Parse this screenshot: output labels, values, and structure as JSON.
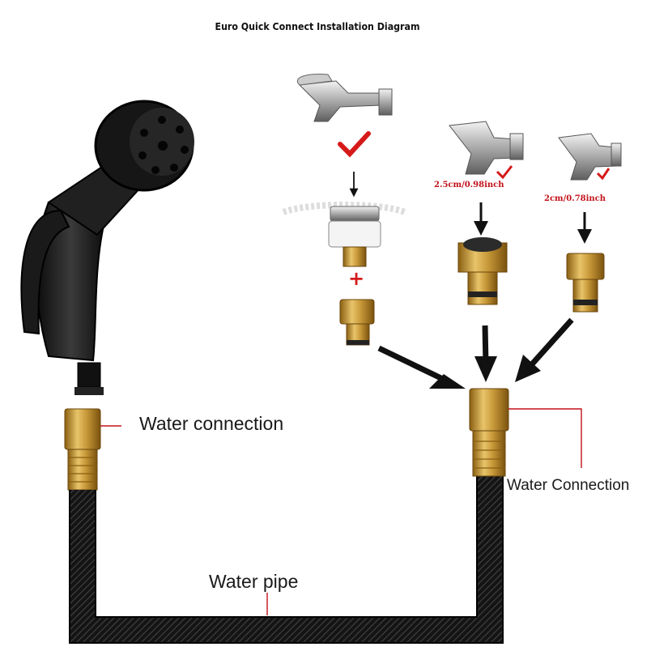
{
  "title": "Euro Quick Connect Installation Diagram",
  "labels": {
    "left_connection": "Water connection",
    "right_connection": "Water Connection",
    "pipe": "Water pipe"
  },
  "faucet_sizes": {
    "large": "2.5cm/0.98inch",
    "small": "2cm/0.78inch"
  },
  "plus_sign": "+",
  "colors": {
    "brass": "#c99a3a",
    "hose": "#151515",
    "accent_red": "#c3121b",
    "arrow": "#111111"
  },
  "icons": [
    "spray-nozzle-icon",
    "tap-icon",
    "check-mark-icon",
    "tap-adapter-icon",
    "brass-connector-icon",
    "arrow-icon"
  ]
}
